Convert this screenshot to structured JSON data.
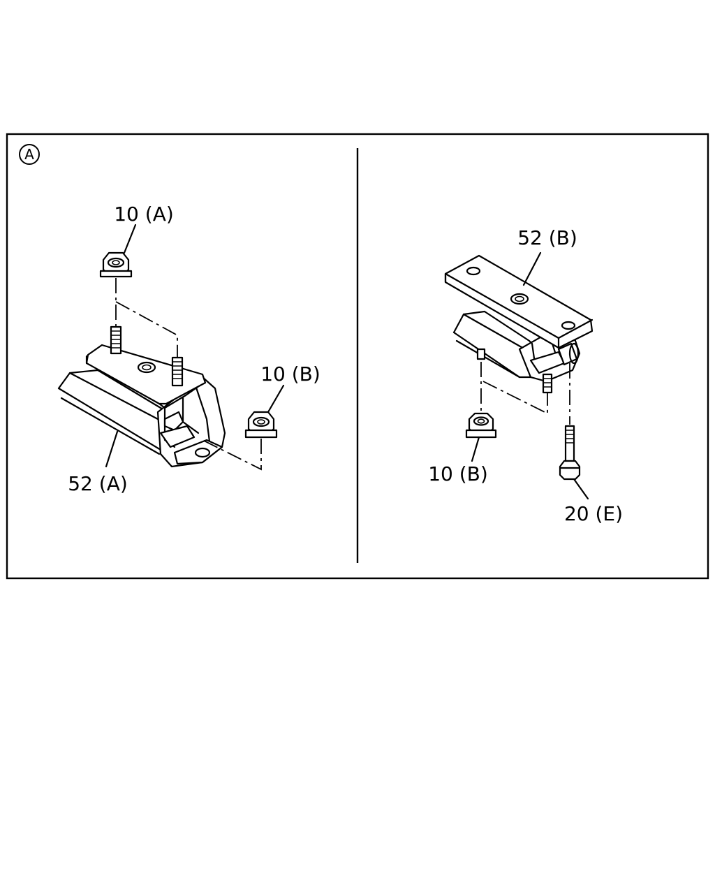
{
  "view_marker": "A",
  "left_panel": {
    "labels": {
      "nut_top": "10 (A)",
      "nut_side": "10 (B)",
      "mount": "52 (A)"
    }
  },
  "right_panel": {
    "labels": {
      "mount": "52 (B)",
      "nut": "10 (B)",
      "bolt": "20 (E)"
    }
  }
}
